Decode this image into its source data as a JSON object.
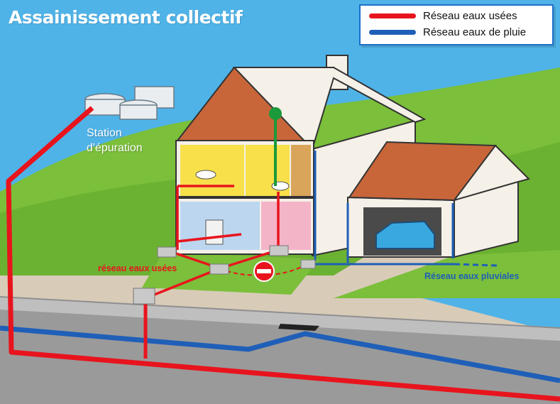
{
  "title": "Assainissement collectif",
  "legend": {
    "items": [
      {
        "label": "Réseau eaux usées",
        "color": "#e8141d"
      },
      {
        "label": "Réseau eaux de pluie",
        "color": "#1f5fb8"
      }
    ]
  },
  "labels": {
    "station_line1": "Station",
    "station_line2": "d'épuration",
    "reseau_eaux_usees": "réseau eaux usées",
    "reseau_eaux_pluviales": "Réseau eaux pluviales"
  },
  "colors": {
    "sky": "#4fb3e8",
    "grass": "#7bbf3a",
    "roof": "#c8663a",
    "wall": "#f5f0e8",
    "wastewater": "#e8141d",
    "rainwater": "#1f5fb8",
    "vent": "#1a9a3a"
  }
}
